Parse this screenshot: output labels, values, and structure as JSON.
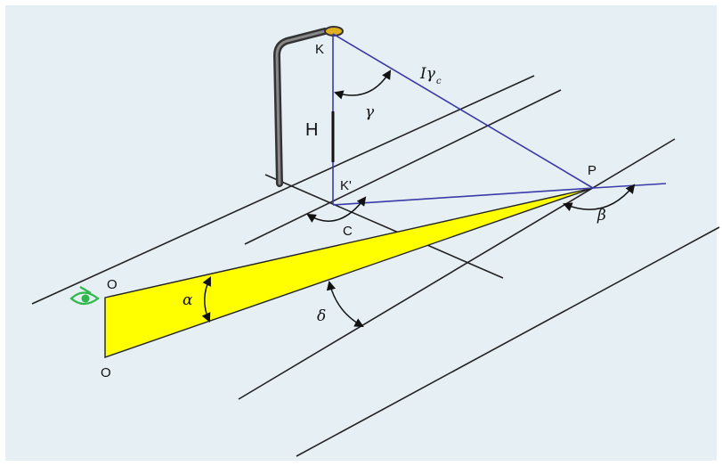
{
  "diagram": {
    "labels": {
      "luminaire": "K",
      "foot": "K'",
      "point": "P",
      "height": "H",
      "intensity": "Iγ",
      "intensity_sub": "c",
      "c_angle": "C",
      "observer_top": "O",
      "observer_bottom": "O"
    },
    "angles": {
      "gamma": "γ",
      "beta": "β",
      "alpha": "α",
      "delta": "δ"
    },
    "colors": {
      "background": "#e6eff3",
      "road_lines": "#222222",
      "construction_lines": "#3a3aa8",
      "view_wedge": "#ffff00",
      "eye": "#2db84a",
      "pole": "#555555",
      "lamp": "#e0b020"
    },
    "icons": [
      "street-lamp-icon",
      "eye-icon"
    ]
  }
}
